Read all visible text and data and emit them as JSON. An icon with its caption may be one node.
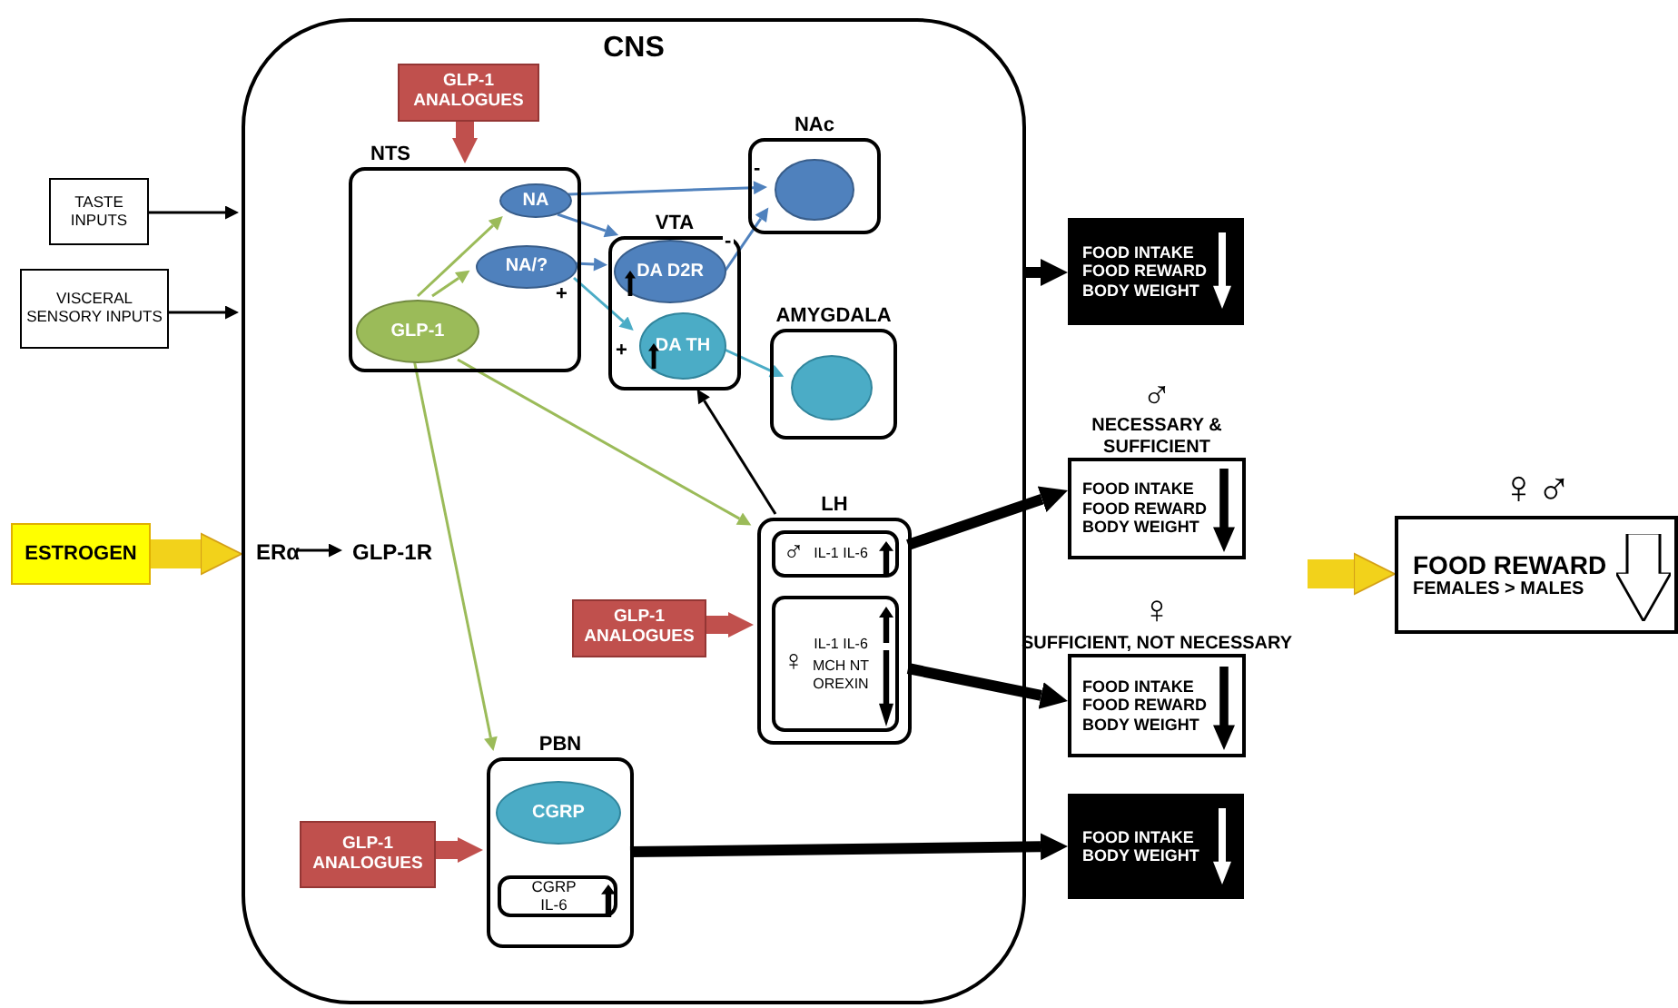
{
  "diagram": {
    "nodes": [
      {
        "text": [
          "CNS"
        ]
      },
      {
        "text": [
          "GLP-1 ANALOGUES"
        ],
        "in": 0
      },
      {
        "text": [
          "NTS"
        ],
        "in": 0
      },
      {
        "text": [
          "NA"
        ],
        "in": 2
      },
      {
        "text": [
          "NA/?"
        ],
        "in": 2
      },
      {
        "text": [
          "GLP-1"
        ],
        "in": 2
      },
      {
        "text": [
          "NAc"
        ],
        "in": 0
      },
      {
        "text": [],
        "shape": "circle",
        "in": 6
      },
      {
        "text": [
          "VTA"
        ],
        "in": 0
      },
      {
        "text": [
          "DA D2R"
        ],
        "in": 8
      },
      {
        "text": [
          "DA TH"
        ],
        "in": 8
      },
      {
        "text": [
          "AMYGDALA"
        ],
        "in": 0
      },
      {
        "text": [],
        "shape": "circle",
        "in": 11
      },
      {
        "text": [
          "TASTE INPUTS"
        ]
      },
      {
        "text": [
          "VISCERAL SENSORY INPUTS"
        ]
      },
      {
        "text": [
          "ESTROGEN"
        ]
      },
      {
        "text": [
          "ERα"
        ],
        "in": 0
      },
      {
        "text": [
          "GLP-1R"
        ],
        "in": 0
      },
      {
        "text": [
          "LH"
        ],
        "in": 0
      },
      {
        "text": [
          "♂",
          "IL-1 IL-6"
        ],
        "in": 18
      },
      {
        "text": [
          "♀",
          "IL-1 IL-6",
          "MCH NT OREXIN"
        ],
        "in": 18
      },
      {
        "text": [
          "GLP-1 ANALOGUES"
        ],
        "in": 0
      },
      {
        "text": [
          "PBN"
        ],
        "in": 0
      },
      {
        "text": [
          "CGRP"
        ],
        "in": 22
      },
      {
        "text": [
          "CGRP IL-6"
        ],
        "in": 22
      },
      {
        "text": [
          "GLP-1 ANALOGUES"
        ],
        "in": 0
      },
      {
        "text": [
          "FOOD INTAKE FOOD REWARD BODY WEIGHT"
        ]
      },
      {
        "text": [
          "♂",
          "NECESSARY & SUFFICIENT",
          "FOOD INTAKE FOOD REWARD BODY WEIGHT"
        ]
      },
      {
        "text": [
          "♀",
          "SUFFICIENT, NOT NECESSARY",
          "FOOD INTAKE FOOD REWARD BODY WEIGHT"
        ]
      },
      {
        "text": [
          "FOOD INTAKE BODY WEIGHT"
        ]
      },
      {
        "text": [
          "♀♂",
          "FOOD REWARD",
          "FEMALES > MALES"
        ]
      }
    ],
    "edges": [
      {
        "from": 13,
        "to": 0,
        "arrow": "to"
      },
      {
        "from": 14,
        "to": 0,
        "arrow": "to"
      },
      {
        "from": 15,
        "to": 0,
        "arrow": "to",
        "style": "thick",
        "color": "#f2d21b"
      },
      {
        "from": 16,
        "to": 17,
        "arrow": "to"
      },
      {
        "from": 1,
        "to": 2,
        "arrow": "to",
        "style": "thick",
        "color": "#c0504d"
      },
      {
        "from": 5,
        "to": 3,
        "arrow": "to",
        "color": "#9bbb59"
      },
      {
        "from": 5,
        "to": 4,
        "arrow": "to",
        "color": "#9bbb59"
      },
      {
        "from": 3,
        "to": 7,
        "arrow": "to",
        "label": "-",
        "color": "#4f81bd"
      },
      {
        "from": 3,
        "to": 9,
        "arrow": "to",
        "color": "#4f81bd"
      },
      {
        "from": 4,
        "to": 9,
        "arrow": "to",
        "color": "#4f81bd"
      },
      {
        "from": 4,
        "to": 10,
        "arrow": "to",
        "label": "+",
        "color": "#4bacc6"
      },
      {
        "from": 9,
        "to": 7,
        "arrow": "to",
        "label": "-",
        "color": "#4f81bd"
      },
      {
        "from": 10,
        "to": 12,
        "arrow": "to",
        "color": "#4bacc6"
      },
      {
        "from": 18,
        "to": 8,
        "arrow": "to"
      },
      {
        "from": 5,
        "to": 18,
        "arrow": "to",
        "color": "#9bbb59"
      },
      {
        "from": 5,
        "to": 22,
        "arrow": "to",
        "color": "#9bbb59"
      },
      {
        "from": 21,
        "to": 18,
        "arrow": "to",
        "style": "thick",
        "color": "#c0504d"
      },
      {
        "from": 25,
        "to": 22,
        "arrow": "to",
        "style": "thick",
        "color": "#c0504d"
      },
      {
        "from": 0,
        "to": 26,
        "arrow": "to",
        "style": "thick"
      },
      {
        "from": 18,
        "to": 27,
        "arrow": "to",
        "style": "thick"
      },
      {
        "from": 18,
        "to": 28,
        "arrow": "to",
        "style": "thick"
      },
      {
        "from": 22,
        "to": 29,
        "arrow": "to",
        "style": "thick"
      },
      {
        "from": null,
        "to": 30,
        "arrow": "to",
        "style": "thick",
        "color": "#f2d21b"
      }
    ],
    "labels": [
      "+"
    ]
  }
}
